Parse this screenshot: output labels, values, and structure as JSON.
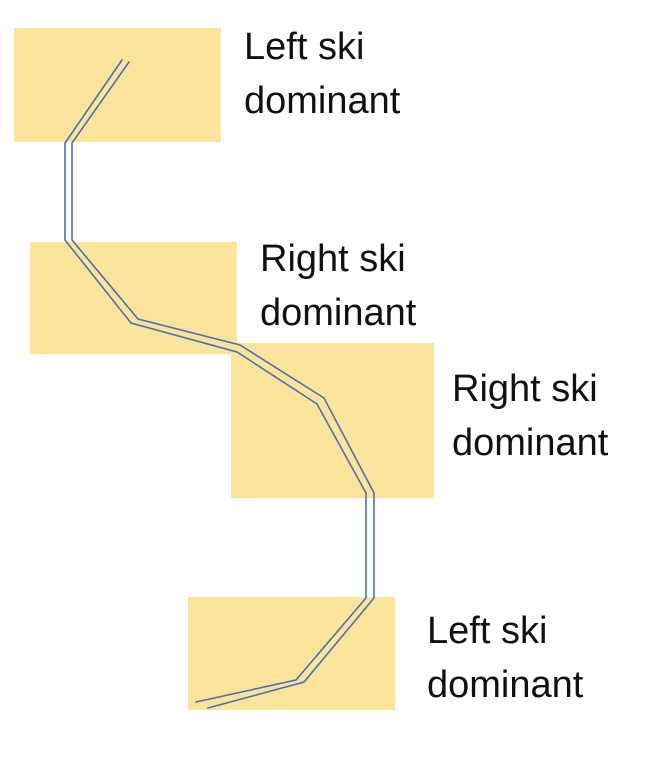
{
  "zones": [
    {
      "line1": "Left ski",
      "line2": "dominant"
    },
    {
      "line1": "Right ski",
      "line2": "dominant"
    },
    {
      "line1": "Right ski",
      "line2": "dominant"
    },
    {
      "line1": "Left ski",
      "line2": "dominant"
    }
  ],
  "colors": {
    "zone_fill": "#fde49b",
    "track_stroke": "#4a6fb5",
    "text": "#111111"
  }
}
